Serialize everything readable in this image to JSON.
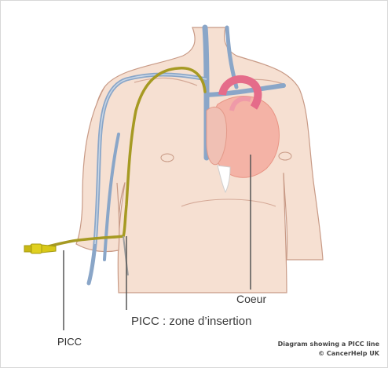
{
  "labels": {
    "heart": "Coeur",
    "insertion_zone": "PICC : zone d’insertion",
    "picc": "PICC"
  },
  "caption": {
    "line1": "Diagram showing a PICC line",
    "line2": "© CancerHelp UK"
  },
  "colors": {
    "skin": "#f6e0d2",
    "skin_outline": "#c89a86",
    "vein": "#8aa6c8",
    "catheter": "#a69a23",
    "connector": "#e0d020",
    "heart": "#f4b3a6",
    "leader_line": "#555555"
  }
}
